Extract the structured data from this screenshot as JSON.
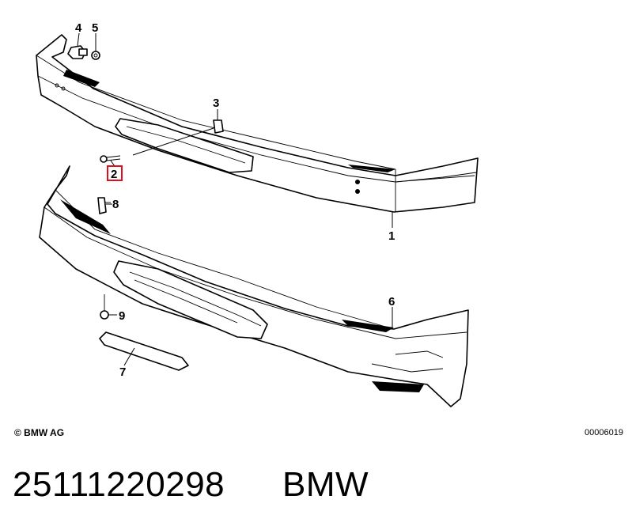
{
  "diagram": {
    "callouts": {
      "c1": "1",
      "c2": "2",
      "c3": "3",
      "c4": "4",
      "c5": "5",
      "c6": "6",
      "c7": "7",
      "c8": "8",
      "c9": "9"
    },
    "highlighted_callout": "2",
    "highlight_color": "#e0101a"
  },
  "footer": {
    "copyright": "© BMW AG",
    "image_code": "00006019"
  },
  "caption": {
    "part_number": "25111220298",
    "brand": "BMW"
  }
}
